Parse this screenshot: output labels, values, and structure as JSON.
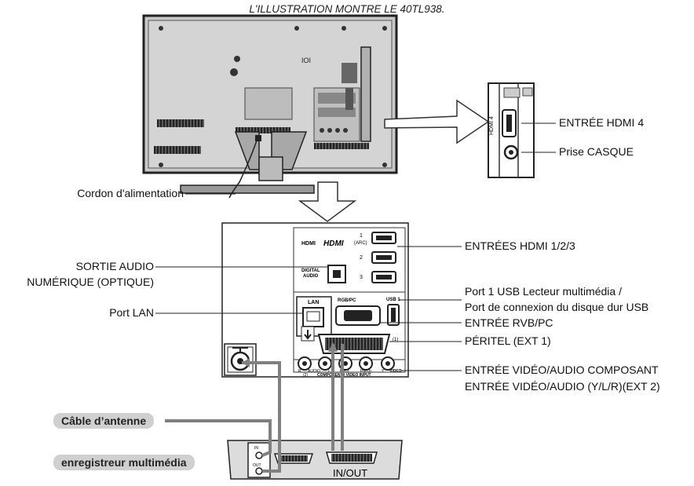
{
  "caption": "L'ILLUSTRATION MONTRE LE 40TL938.",
  "labels": {
    "power_cord": "Cordon d'alimentation",
    "hdmi4": "ENTRÉE HDMI 4",
    "headphone": "Prise CASQUE",
    "hdmi123": "ENTRÉES HDMI 1/2/3",
    "digital_audio_line1": "SORTIE AUDIO",
    "digital_audio_line2": "NUMÉRIQUE (OPTIQUE)",
    "lan": "Port LAN",
    "usb_line1": "Port 1 USB  Lecteur multimédia /",
    "usb_line2": "Port de connexion du disque dur USB",
    "rgb": "ENTRÉE RVB/PC",
    "scart": "PÉRITEL (EXT 1)",
    "component_line1": "ENTRÉE VIDÉO/AUDIO COMPOSANT",
    "component_line2": "ENTRÉE VIDÉO/AUDIO (Y/L/R)(EXT 2)",
    "antenna_cable": "Câble d’antenne",
    "recorder": "enregistreur multimédia"
  },
  "panel_text": {
    "hdmi_logo": "HDMI",
    "hdmi_small": "HDMI",
    "hdmi_num1": "1",
    "hdmi_arc": "(ARC)",
    "hdmi_num2": "2",
    "hdmi_num3": "3",
    "digital_audio_a": "DIGITAL",
    "digital_audio_b": "AUDIO",
    "lan": "LAN",
    "rgb_pc": "RGB/PC",
    "usb1": "USB 1",
    "scart_num": "(1)",
    "r": "R",
    "audio": "AUDIO",
    "l": "L",
    "pr": "Pr/Cr",
    "pb": "Pb/Cb",
    "y": "Y",
    "video": "VIDEO",
    "ext2": "(2)",
    "component_video_input": "COMPONENT / VIDEO INPUT",
    "side_hdmi4": "HDMI 4",
    "recorder_in": "IN",
    "recorder_out": "OUT",
    "in_out": "IN/OUT"
  },
  "colors": {
    "tv_body": "#c9c9c9",
    "panel_dark": "#2a2a2a",
    "cable": "#808080",
    "pill": "#d0d0d0"
  }
}
